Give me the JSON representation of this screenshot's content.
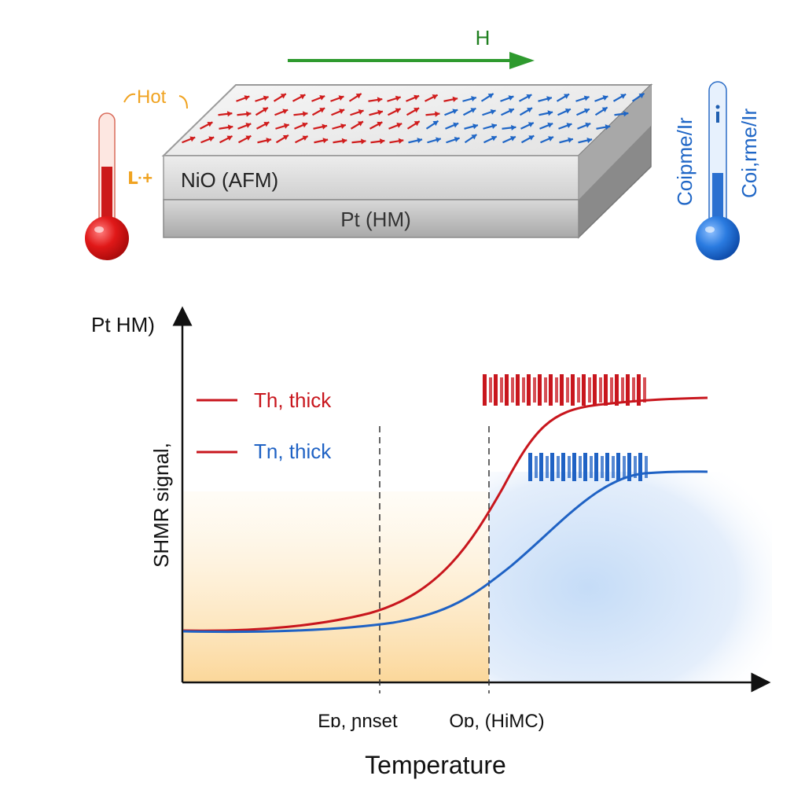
{
  "diagram": {
    "field_label": "H",
    "hot_label": "Hot",
    "hot_small_label": "ᒷ+",
    "cold_label_1": "Coipme/Ir",
    "cold_label_2": "Coi,rme/Ir",
    "layer_afm_label": "NiO (AFM)",
    "layer_hm_label": "Pt (HM)",
    "colors": {
      "hot": "#d01c1c",
      "cold": "#1f66c6",
      "field": "#2e9a2e",
      "hot_text": "#f0a321"
    }
  },
  "chart_data": {
    "type": "line",
    "title": "Pt HM)",
    "xlabel": "Temperature",
    "ylabel": "SHMR signal,",
    "x_ticks": [
      "Eɒ, ɲnset",
      "Oɒ, (HiMC)"
    ],
    "series": [
      {
        "name": "Th, thick",
        "color": "#c8161d"
      },
      {
        "name": "Tn, thick",
        "color": "#1f62c4"
      }
    ],
    "regions": [
      "warm region (left)",
      "cool region (right)"
    ],
    "grid": false,
    "legend_position": "top-left"
  }
}
